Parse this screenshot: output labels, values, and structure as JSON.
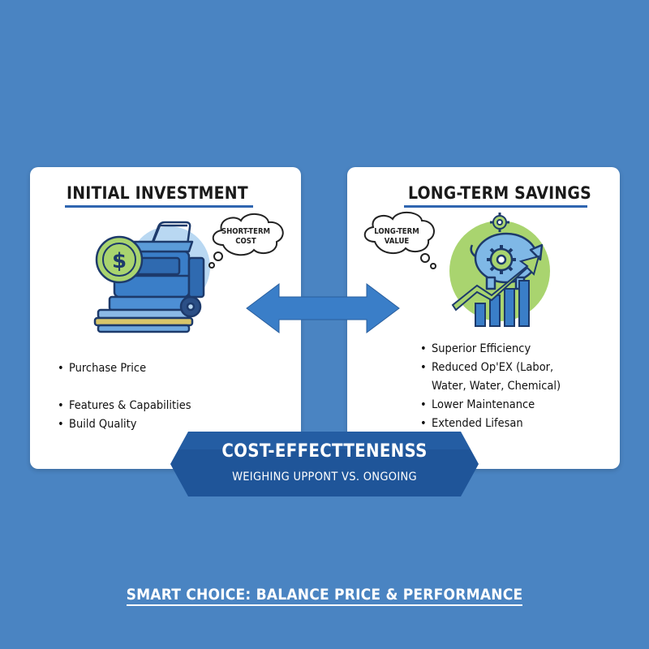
{
  "left_card": {
    "title": "INITIAL INVESTMENT",
    "bubble_line1": "SHORT-TERM",
    "bubble_line2": "COST",
    "bullets": [
      "Purchase Price",
      "Features & Capabilities",
      "Build Quality"
    ]
  },
  "right_card": {
    "title": "LONG-TERM SAVINGS",
    "bubble_line1": "LONG-TERM",
    "bubble_line2": "VALUE",
    "bullets": [
      "Superior Efficiency",
      "Reduced Op'EX (Labor,",
      "Water, Water, Chemical)",
      "Lower Maintenance",
      "Extended Lifesan"
    ]
  },
  "banner": {
    "title": "COST-EFFECTTENENSS",
    "subtitle": "WEIGHING UPPONT VS. ONGOING"
  },
  "footer": {
    "text": "SMART CHOICE: BALANCE PRICE & PERFORMANCE"
  },
  "icons": {
    "left": [
      "dollar-coin-icon",
      "floor-scrubber-icon",
      "thought-bubble-icon"
    ],
    "right": [
      "piggy-bank-icon",
      "gear-icon",
      "growth-chart-icon",
      "thought-bubble-icon"
    ],
    "center": "double-arrow-icon"
  },
  "colors": {
    "background": "#4a84c2",
    "accent_blue": "#2f65b0",
    "banner": "#1f5599",
    "green": "#a9d46f",
    "light_blue": "#b9d8f2"
  }
}
